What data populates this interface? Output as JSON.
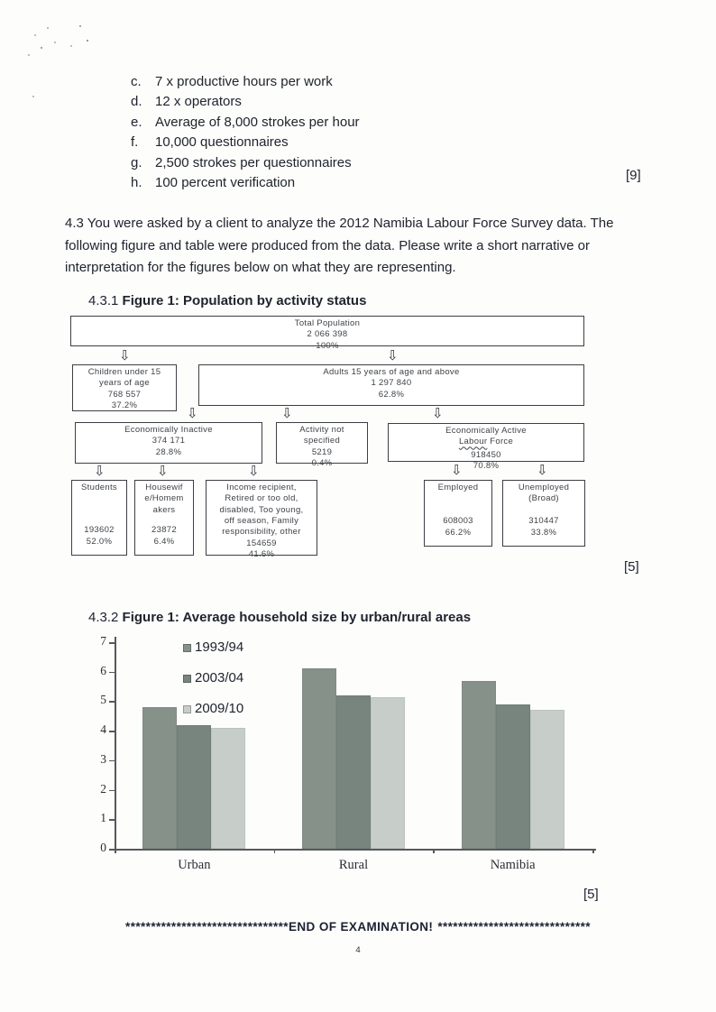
{
  "list": {
    "items": [
      {
        "letter": "c.",
        "text": "7 x productive hours per work"
      },
      {
        "letter": "d.",
        "text": "12 x operators"
      },
      {
        "letter": "e.",
        "text": "Average of 8,000 strokes per hour"
      },
      {
        "letter": "f.",
        "text": "10,000 questionnaires"
      },
      {
        "letter": "g.",
        "text": "2,500 strokes per questionnaires"
      },
      {
        "letter": "h.",
        "text": "100 percent verification"
      }
    ],
    "mark": "[9]"
  },
  "question": {
    "text": "4.3 You were asked by a client to analyze the 2012 Namibia Labour Force Survey data. The\nfollowing figure and table were produced from the data. Please write a short narrative or\ninterpretation for the figures below on what they are representing."
  },
  "icons": {
    "down_arrow": "⇩"
  },
  "figure1": {
    "heading_prefix": "4.3.1",
    "heading_bold": "Figure 1: Population by activity status",
    "mark": "[5]",
    "nodes": {
      "total": {
        "text": "Total Population\n2 066 398\n100%"
      },
      "children": {
        "text": "Children under 15\nyears of age\n768 557\n37.2%"
      },
      "adults": {
        "text": "Adults 15 years of age and above\n1 297 840\n62.8%"
      },
      "inactive": {
        "text": "Economically Inactive\n374 171\n28.8%"
      },
      "notspec": {
        "text": "Activity not\nspecified\n5219\n0.4%"
      },
      "active": {
        "line1": "Economically Active",
        "labour": "Labour",
        "force": " Force",
        "nums": "918450\n70.8%"
      },
      "students": {
        "title": "Students",
        "nums": "193602\n52.0%"
      },
      "housewife": {
        "title": "Housewif\ne/Homem\nakers",
        "nums": "23872\n6.4%"
      },
      "income": {
        "title": "Income recipient,\nRetired or too old,\ndisabled, Too young,\noff season, Family\nresponsibility, other",
        "nums": "154659\n41.6%"
      },
      "employed": {
        "title": "Employed",
        "nums": "608003\n66.2%"
      },
      "unemployed": {
        "title": "Unemployed\n(Broad)",
        "nums": "310447\n33.8%"
      }
    }
  },
  "figure2": {
    "heading_prefix": "4.3.2",
    "heading_bold": "Figure 1: Average household size by urban/rural areas",
    "mark": "[5]"
  },
  "chart_data": {
    "type": "bar",
    "title": "Average household size by urban/rural areas",
    "categories": [
      "Urban",
      "Rural",
      "Namibia"
    ],
    "series": [
      {
        "name": "1993/94",
        "values": [
          4.8,
          6.1,
          5.7
        ],
        "color": "#86918a"
      },
      {
        "name": "2003/04",
        "values": [
          4.2,
          5.2,
          4.9
        ],
        "color": "#78857e"
      },
      {
        "name": "2009/10",
        "values": [
          4.1,
          5.15,
          4.7
        ],
        "color": "#c7cdc9"
      }
    ],
    "xlabel": "",
    "ylabel": "",
    "ylim": [
      0,
      7
    ],
    "yticks": [
      0,
      1,
      2,
      3,
      4,
      5,
      6,
      7
    ],
    "grid": false,
    "legend_position": "upper-left-inside"
  },
  "footer": {
    "stars_left": "********************************",
    "title": "END OF EXAMINATION!",
    "stars_right": "******************************",
    "page_number": "4"
  }
}
